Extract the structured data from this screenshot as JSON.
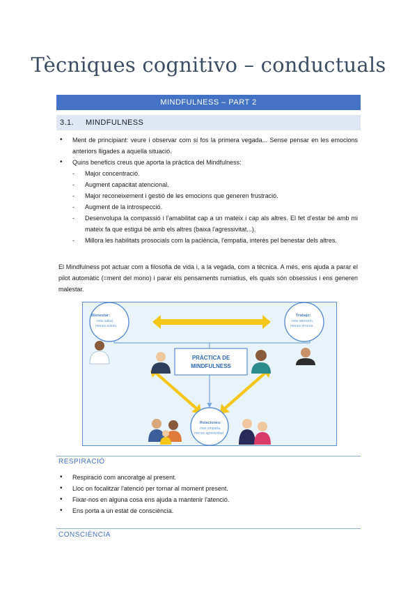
{
  "title": "Tècniques cognitivo – conductuals",
  "banner": "MINDFULNESS – PART 2",
  "section": {
    "number": "3.1.",
    "label": "MINDFULNESS"
  },
  "bullets": [
    "Ment de principiant: veure i observar com si fos la primera vegada... Sense pensar en les emocions anteriors lligades a aquella situació.",
    "Quins beneficis creus que aporta la pràctica del Mindfulness:"
  ],
  "benefits": [
    "Major concentració.",
    "Augment capacitat atencional.",
    "Major reconeixement i gestió de les emocions que generen frustració.",
    "Augment de la introspecció.",
    "Desenvolupa la compassió i l'amabilitat cap a un mateix i cap als altres. El fet d'estar bé amb mi mateix fa que estigui bé amb els altres (baixa l'agressivitat...).",
    "Millora les habilitats prosocials com la paciència, l'empatia, interès pel benestar dels altres."
  ],
  "paragraph": "El Mindfulness pot actuar com a filosofia de vida i, a la vegada, com a tècnica. A més, ens ajuda a parar el pilot automàtic (=ment del mono) i parar els pensaments rumiatius, els quals són obsessius i ens generen malestar.",
  "figure": {
    "center_title": "PRÀCTICA DE",
    "center_title2": "MINDFULNESS",
    "top_left_title": "Bienestar:",
    "top_left_l1": "más salud,",
    "top_left_l2": "menos estrés.",
    "top_right_title": "Trabajo:",
    "top_right_l1": "más atención,",
    "top_right_l2": "menos errores.",
    "bottom_title": "Relaciones:",
    "bottom_l1": "más empatía,",
    "bottom_l2": "menos agresividad.",
    "accent": "#f5c518"
  },
  "respiracio": {
    "heading": "RESPIRACIÓ",
    "items": [
      "Respiració com ancoratge al present.",
      "Lloc on focalitzar l'atenció per tornar al moment present.",
      "Fixar-nos en alguna cosa ens ajuda a mantenir l'atenció.",
      "Ens porta a un estat de consciència."
    ]
  },
  "consciencia": {
    "heading": "CONSCIÈNCIA"
  }
}
